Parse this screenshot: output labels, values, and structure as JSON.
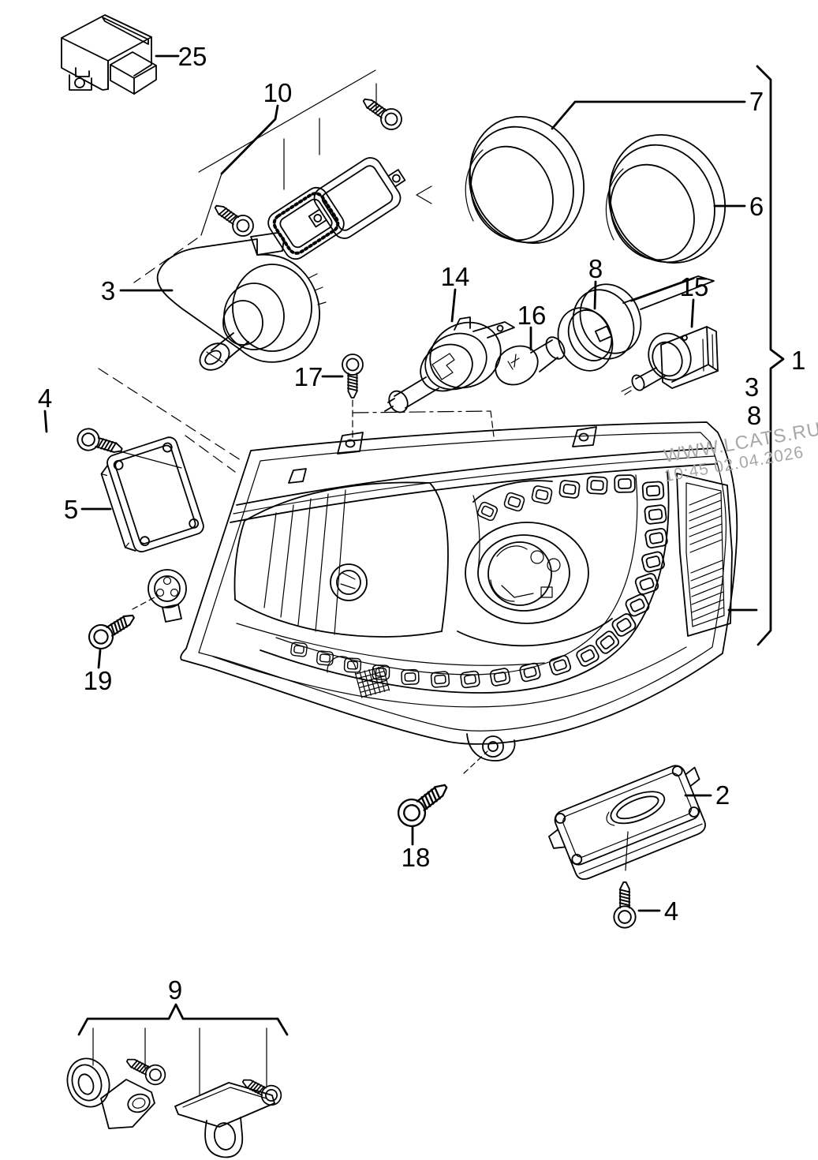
{
  "diagram": {
    "type": "exploded-parts-diagram",
    "subject": "headlight assembly",
    "colors": {
      "line": "#000000",
      "background": "#ffffff",
      "watermark": "#a8a8a8"
    },
    "watermark": {
      "line1": "WWW.LCATS.RU",
      "line2": "10:45 02.04.2026"
    },
    "callouts": {
      "relay": "25",
      "frame_kit": "10",
      "cap_large": "7",
      "cap_small": "6",
      "motor": "3",
      "bulb_h7": "14",
      "bulb_small": "16",
      "socket": "8",
      "xenon": "15",
      "screw17": "17",
      "screw4_top": "4",
      "module": "5",
      "assembly": "1",
      "variant_a": "3",
      "variant_b": "8",
      "screw19": "19",
      "ballast": "2",
      "screw18": "18",
      "screw4_bottom": "4",
      "bracket_kit": "9"
    }
  }
}
